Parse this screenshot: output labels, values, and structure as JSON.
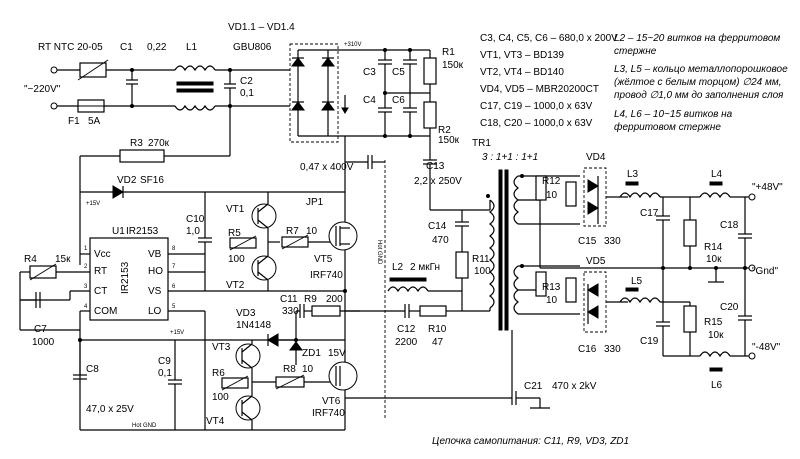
{
  "rt_ntc": "RT NTC 20-05",
  "c1": "C1",
  "c1_val": "0,22",
  "l1": "L1",
  "c2": "C2",
  "c2_val": "0,1",
  "ac_in": "\"~220V\"",
  "f1": "F1",
  "f1_val": "5A",
  "bridge": "VD1.1 – VD1.4",
  "bridge_part": "GBU806",
  "v310": "+310V",
  "c3": "C3",
  "c4": "C4",
  "c5": "C5",
  "c6": "C6",
  "r1": "R1",
  "r1_val": "150к",
  "r2": "R2",
  "r2_val": "150к",
  "r3": "R3",
  "r3_val": "270к",
  "vd2": "VD2",
  "vd2_part": "SF16",
  "plus15_a": "+15V",
  "plus15_b": "+15V",
  "u1": "U1",
  "u1_part": "IR2153",
  "u1_chip": "IR2153",
  "u1_pins_left": [
    "Vcc",
    "RT",
    "CT",
    "COM"
  ],
  "u1_pins_right": [
    "VB",
    "HO",
    "VS",
    "LO"
  ],
  "u1_nums_left": [
    "1",
    "2",
    "3",
    "4"
  ],
  "u1_nums_right": [
    "8",
    "7",
    "6",
    "5"
  ],
  "c10": "C10",
  "c10_val": "1,0",
  "vt1": "VT1",
  "vt2": "VT2",
  "vt3": "VT3",
  "vt4": "VT4",
  "r5": "R5",
  "r5_val": "100",
  "r7": "R7",
  "r7_val": "10",
  "vt5": "VT5",
  "vt5_part": "IRF740",
  "jp1": "JP1",
  "c047": "0,47 x 400V",
  "hot_gnd": "Hot GND",
  "r4": "R4",
  "r4_val": "15к",
  "c7": "C7",
  "c7_val": "1000",
  "c8": "C8",
  "c8_val": "47,0 x 25V",
  "c9": "C9",
  "c9_val": "0,1",
  "hot_gnd2": "Hot GND",
  "c11": "C11",
  "c11_val": "330",
  "r9": "R9",
  "r9_val": "200",
  "vd3": "VD3",
  "vd3_part": "1N4148",
  "zd1": "ZD1",
  "zd1_val": "15V",
  "r6": "R6",
  "r6_val": "100",
  "r8": "R8",
  "r8_val": "10",
  "vt6": "VT6",
  "vt6_part": "IRF740",
  "c12": "C12",
  "c12_val": "2200",
  "r10": "R10",
  "r10_val": "47",
  "l2": "L2",
  "l2_val": "2 мкГн",
  "r11": "R11",
  "r11_val": "100",
  "c13": "C13",
  "c13_val": "2,2 x 250V",
  "c14": "C14",
  "c14_val": "470",
  "tr1": "TR1",
  "tr1_ratio": "3 : 1+1 : 1+1",
  "c21": "C21",
  "c21_val": "470 x 2kV",
  "r12": "R12",
  "r12_val": "10",
  "r13": "R13",
  "r13_val": "10",
  "vd4": "VD4",
  "vd5": "VD5",
  "c15": "C15",
  "c15_val": "330",
  "c16": "C16",
  "c16_val": "330",
  "l3": "L3",
  "l4": "L4",
  "l5": "L5",
  "l6": "L6",
  "c17": "C17",
  "c18": "C18",
  "c19": "C19",
  "c20": "C20",
  "r14": "R14",
  "r14_val": "10к",
  "r15": "R15",
  "r15_val": "10к",
  "out_p48": "\"+48V\"",
  "out_gnd": "\"Gnd\"",
  "out_m48": "\"-48V\"",
  "self_power": "Цепочка самопитания: C11, R9, VD3, ZD1",
  "notes": {
    "l1": "C3, C4, C5, C6 – 680,0 x 200V",
    "l2": "VT1, VT3 – BD139",
    "l3": "VT2, VT4 – BD140",
    "l4": "VD4, VD5 – MBR20200CT",
    "l5": "C17, C19 – 1000,0 x 63V",
    "l6": "C18, C20 – 1000,0 x 63V",
    "r1": "L2 – 15~20 витков на ферритовом",
    "r2": "стержне",
    "r3": "L3, L5 – кольцо металлопорошковое",
    "r4": "(жёлтое с белым торцом) ∅24 мм,",
    "r5": "провод ∅1,0 мм до заполнения слоя",
    "r6": "L4, L6 – 10~15 витков на",
    "r7": "ферритовом стержне"
  }
}
